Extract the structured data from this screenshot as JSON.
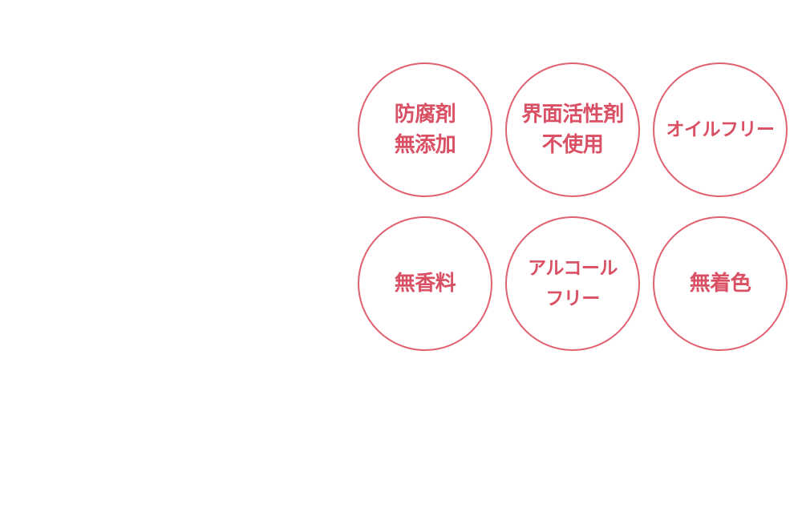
{
  "accent_color": "#e0606f",
  "text_color": "#d94f63",
  "badges": [
    {
      "lines": [
        "防腐剤",
        "無添加"
      ]
    },
    {
      "lines": [
        "界面活性剤",
        "不使用"
      ]
    },
    {
      "lines": [
        "オイルフリー"
      ]
    },
    {
      "lines": [
        "無香料"
      ]
    },
    {
      "lines": [
        "アルコール",
        "フリー"
      ]
    },
    {
      "lines": [
        "無着色"
      ]
    }
  ]
}
